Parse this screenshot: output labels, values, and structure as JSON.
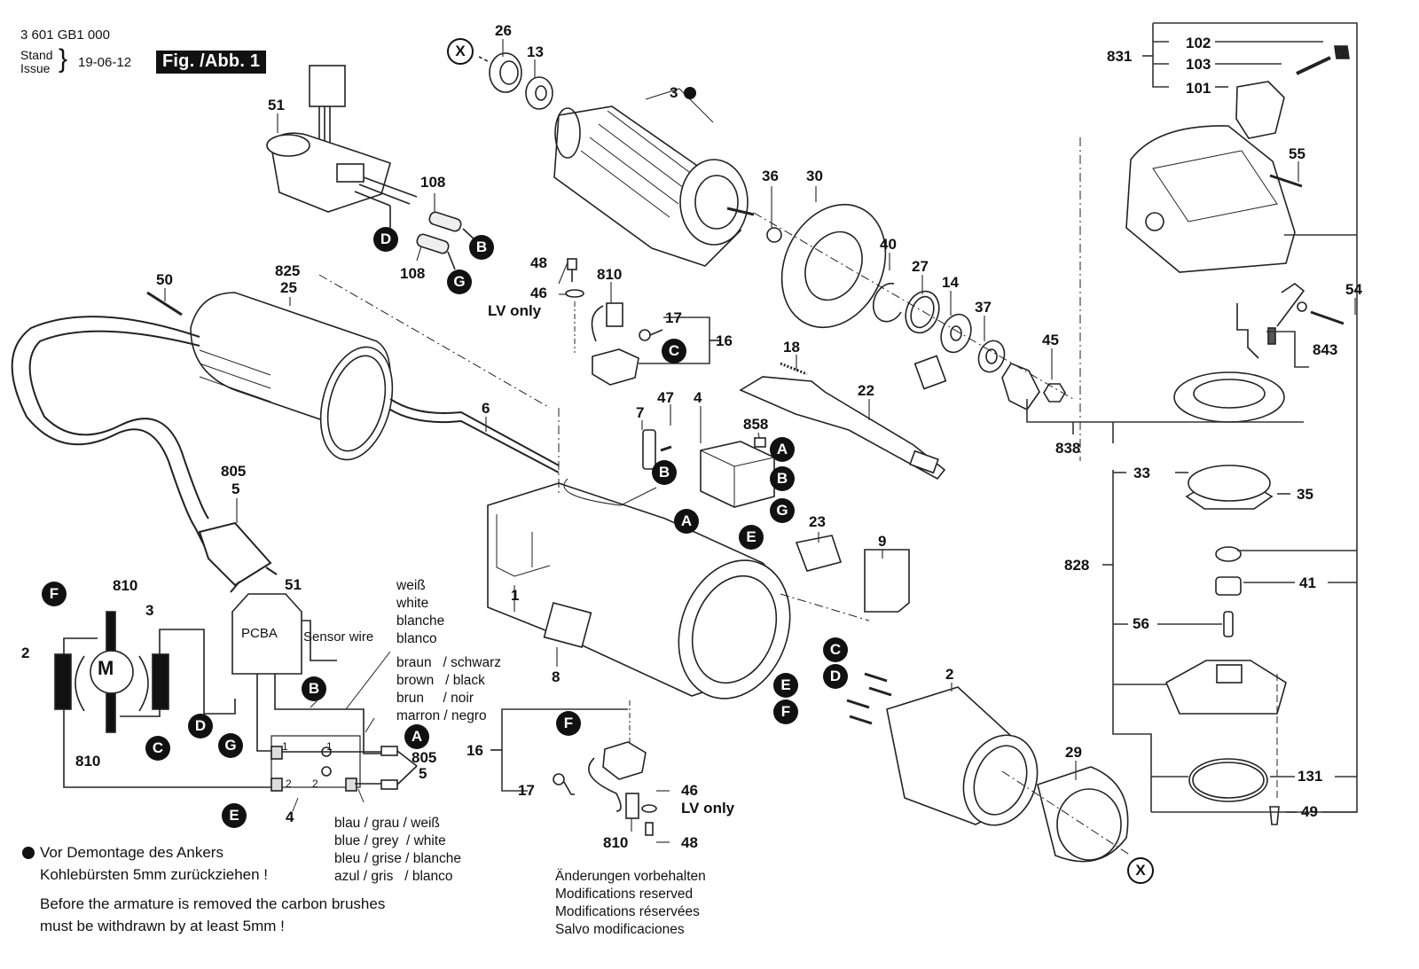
{
  "header": {
    "part_number": "3 601 GB1 000",
    "stand_label": "Stand",
    "issue_label": "Issue",
    "date": "19-06-12",
    "figure_label": "Fig. /Abb. 1"
  },
  "part_labels": {
    "p26": "26",
    "p13": "13",
    "p3": "3",
    "p51": "51",
    "p108a": "108",
    "p108b": "108",
    "p36": "36",
    "p30": "30",
    "p40": "40",
    "p27": "27",
    "p14": "14",
    "p37": "37",
    "p45": "45",
    "p831": "831",
    "p102": "102",
    "p103": "103",
    "p101": "101",
    "p55": "55",
    "p54": "54",
    "p843": "843",
    "p838": "838",
    "p33": "33",
    "p35": "35",
    "p828": "828",
    "p41": "41",
    "p56": "56",
    "p131": "131",
    "p49": "49",
    "p50": "50",
    "p825": "825",
    "p25": "25",
    "p6": "6",
    "p805": "805",
    "p5": "5",
    "p48a": "48",
    "p46a": "46",
    "p810a": "810",
    "p17a": "17",
    "p16a": "16",
    "lv_only_a": "LV only",
    "p18": "18",
    "p22": "22",
    "p47": "47",
    "p7": "7",
    "p4": "4",
    "p858": "858",
    "p23": "23",
    "p9": "9",
    "p1": "1",
    "p8": "8",
    "p2": "2",
    "p29": "29",
    "p16b": "16",
    "p17b": "17",
    "p810b": "810",
    "p46b": "46",
    "p48b": "48",
    "lv_only_b": "LV only"
  },
  "connector_markers": {
    "A": "A",
    "B": "B",
    "C": "C",
    "D": "D",
    "E": "E",
    "F": "F",
    "G": "G",
    "X": "X"
  },
  "wiring": {
    "pcba_label": "PCBA",
    "sensor_wire": "Sensor wire",
    "motor_symbol": "M",
    "s_p51": "51",
    "s_p3": "3",
    "s_p2": "2",
    "s_p810a": "810",
    "s_p810b": "810",
    "s_p4": "4",
    "s_p805": "805",
    "s_p5": "5",
    "switch_num_1a": "1",
    "switch_num_1b": "1",
    "switch_num_2a": "2",
    "switch_num_2b": "2",
    "white_colors": [
      "weiß",
      "white",
      "blanche",
      "blanco"
    ],
    "brown_black_colors": [
      "braun   / schwarz",
      "brown   / black",
      "brun     / noir",
      "marron / negro"
    ],
    "blue_grey_white_colors": [
      "blau / grau / weiß",
      "blue / grey  / white",
      "bleu / grise / blanche",
      "azul / gris   / blanco"
    ]
  },
  "notes": {
    "warning_de_line1": "Vor Demontage des Ankers",
    "warning_de_line2": "Kohlebürsten 5mm zurückziehen !",
    "warning_en_line1": "Before the armature is removed the carbon brushes",
    "warning_en_line2": "must be withdrawn by at least 5mm !",
    "modifications": [
      "Änderungen vorbehalten",
      "Modifications reserved",
      "Modifications réservées",
      "Salvo modificaciones"
    ]
  }
}
